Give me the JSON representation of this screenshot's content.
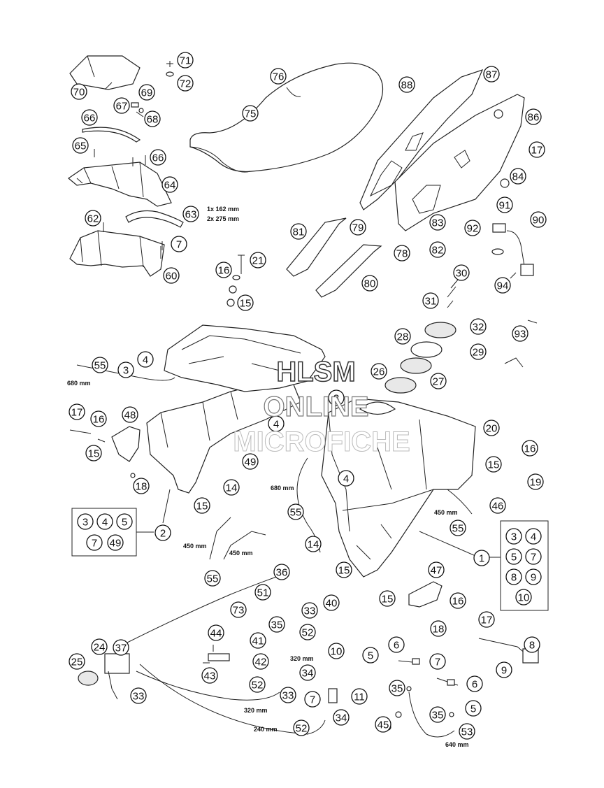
{
  "watermark": {
    "line1": "HLSM",
    "line2": "ONLINE",
    "line3": "MICROFICHE"
  },
  "dimensions": {
    "seat_strip_1": "1x 162 mm",
    "seat_strip_2": "2x 275 mm",
    "hose_680_a": "680 mm",
    "hose_680_b": "680 mm",
    "hose_450_a": "450 mm",
    "hose_450_b": "450 mm",
    "hose_450_c": "450 mm",
    "hose_320_a": "320 mm",
    "hose_320_b": "320 mm",
    "hose_240": "240 mm",
    "hose_640": "640 mm"
  },
  "callouts": [
    {
      "n": "71"
    },
    {
      "n": "72"
    },
    {
      "n": "70"
    },
    {
      "n": "69"
    },
    {
      "n": "67"
    },
    {
      "n": "68"
    },
    {
      "n": "66"
    },
    {
      "n": "65"
    },
    {
      "n": "66"
    },
    {
      "n": "64"
    },
    {
      "n": "63"
    },
    {
      "n": "62"
    },
    {
      "n": "7"
    },
    {
      "n": "60"
    },
    {
      "n": "76"
    },
    {
      "n": "75"
    },
    {
      "n": "88"
    },
    {
      "n": "87"
    },
    {
      "n": "86"
    },
    {
      "n": "17"
    },
    {
      "n": "84"
    },
    {
      "n": "91"
    },
    {
      "n": "90"
    },
    {
      "n": "92"
    },
    {
      "n": "83"
    },
    {
      "n": "82"
    },
    {
      "n": "94"
    },
    {
      "n": "81"
    },
    {
      "n": "79"
    },
    {
      "n": "78"
    },
    {
      "n": "80"
    },
    {
      "n": "21"
    },
    {
      "n": "16"
    },
    {
      "n": "15"
    },
    {
      "n": "30"
    },
    {
      "n": "31"
    },
    {
      "n": "32"
    },
    {
      "n": "93"
    },
    {
      "n": "28"
    },
    {
      "n": "29"
    },
    {
      "n": "26"
    },
    {
      "n": "27"
    },
    {
      "n": "55"
    },
    {
      "n": "3"
    },
    {
      "n": "4"
    },
    {
      "n": "3"
    },
    {
      "n": "4"
    },
    {
      "n": "17"
    },
    {
      "n": "16"
    },
    {
      "n": "48"
    },
    {
      "n": "15"
    },
    {
      "n": "18"
    },
    {
      "n": "49"
    },
    {
      "n": "14"
    },
    {
      "n": "15"
    },
    {
      "n": "2"
    },
    {
      "n": "4"
    },
    {
      "n": "55"
    },
    {
      "n": "20"
    },
    {
      "n": "16"
    },
    {
      "n": "15"
    },
    {
      "n": "19"
    },
    {
      "n": "46"
    },
    {
      "n": "55"
    },
    {
      "n": "1"
    },
    {
      "n": "55"
    },
    {
      "n": "14"
    },
    {
      "n": "15"
    },
    {
      "n": "36"
    },
    {
      "n": "51"
    },
    {
      "n": "40"
    },
    {
      "n": "73"
    },
    {
      "n": "35"
    },
    {
      "n": "33"
    },
    {
      "n": "52"
    },
    {
      "n": "47"
    },
    {
      "n": "15"
    },
    {
      "n": "16"
    },
    {
      "n": "17"
    },
    {
      "n": "18"
    },
    {
      "n": "44"
    },
    {
      "n": "37"
    },
    {
      "n": "24"
    },
    {
      "n": "25"
    },
    {
      "n": "33"
    },
    {
      "n": "43"
    },
    {
      "n": "41"
    },
    {
      "n": "42"
    },
    {
      "n": "52"
    },
    {
      "n": "34"
    },
    {
      "n": "33"
    },
    {
      "n": "10"
    },
    {
      "n": "11"
    },
    {
      "n": "7"
    },
    {
      "n": "34"
    },
    {
      "n": "52"
    },
    {
      "n": "6"
    },
    {
      "n": "5"
    },
    {
      "n": "7"
    },
    {
      "n": "6"
    },
    {
      "n": "5"
    },
    {
      "n": "8"
    },
    {
      "n": "9"
    },
    {
      "n": "35"
    },
    {
      "n": "35"
    },
    {
      "n": "45"
    },
    {
      "n": "53"
    }
  ],
  "box_left": [
    "3",
    "4",
    "5",
    "7",
    "49"
  ],
  "box_right": [
    "3",
    "4",
    "5",
    "7",
    "8",
    "9",
    "10"
  ]
}
